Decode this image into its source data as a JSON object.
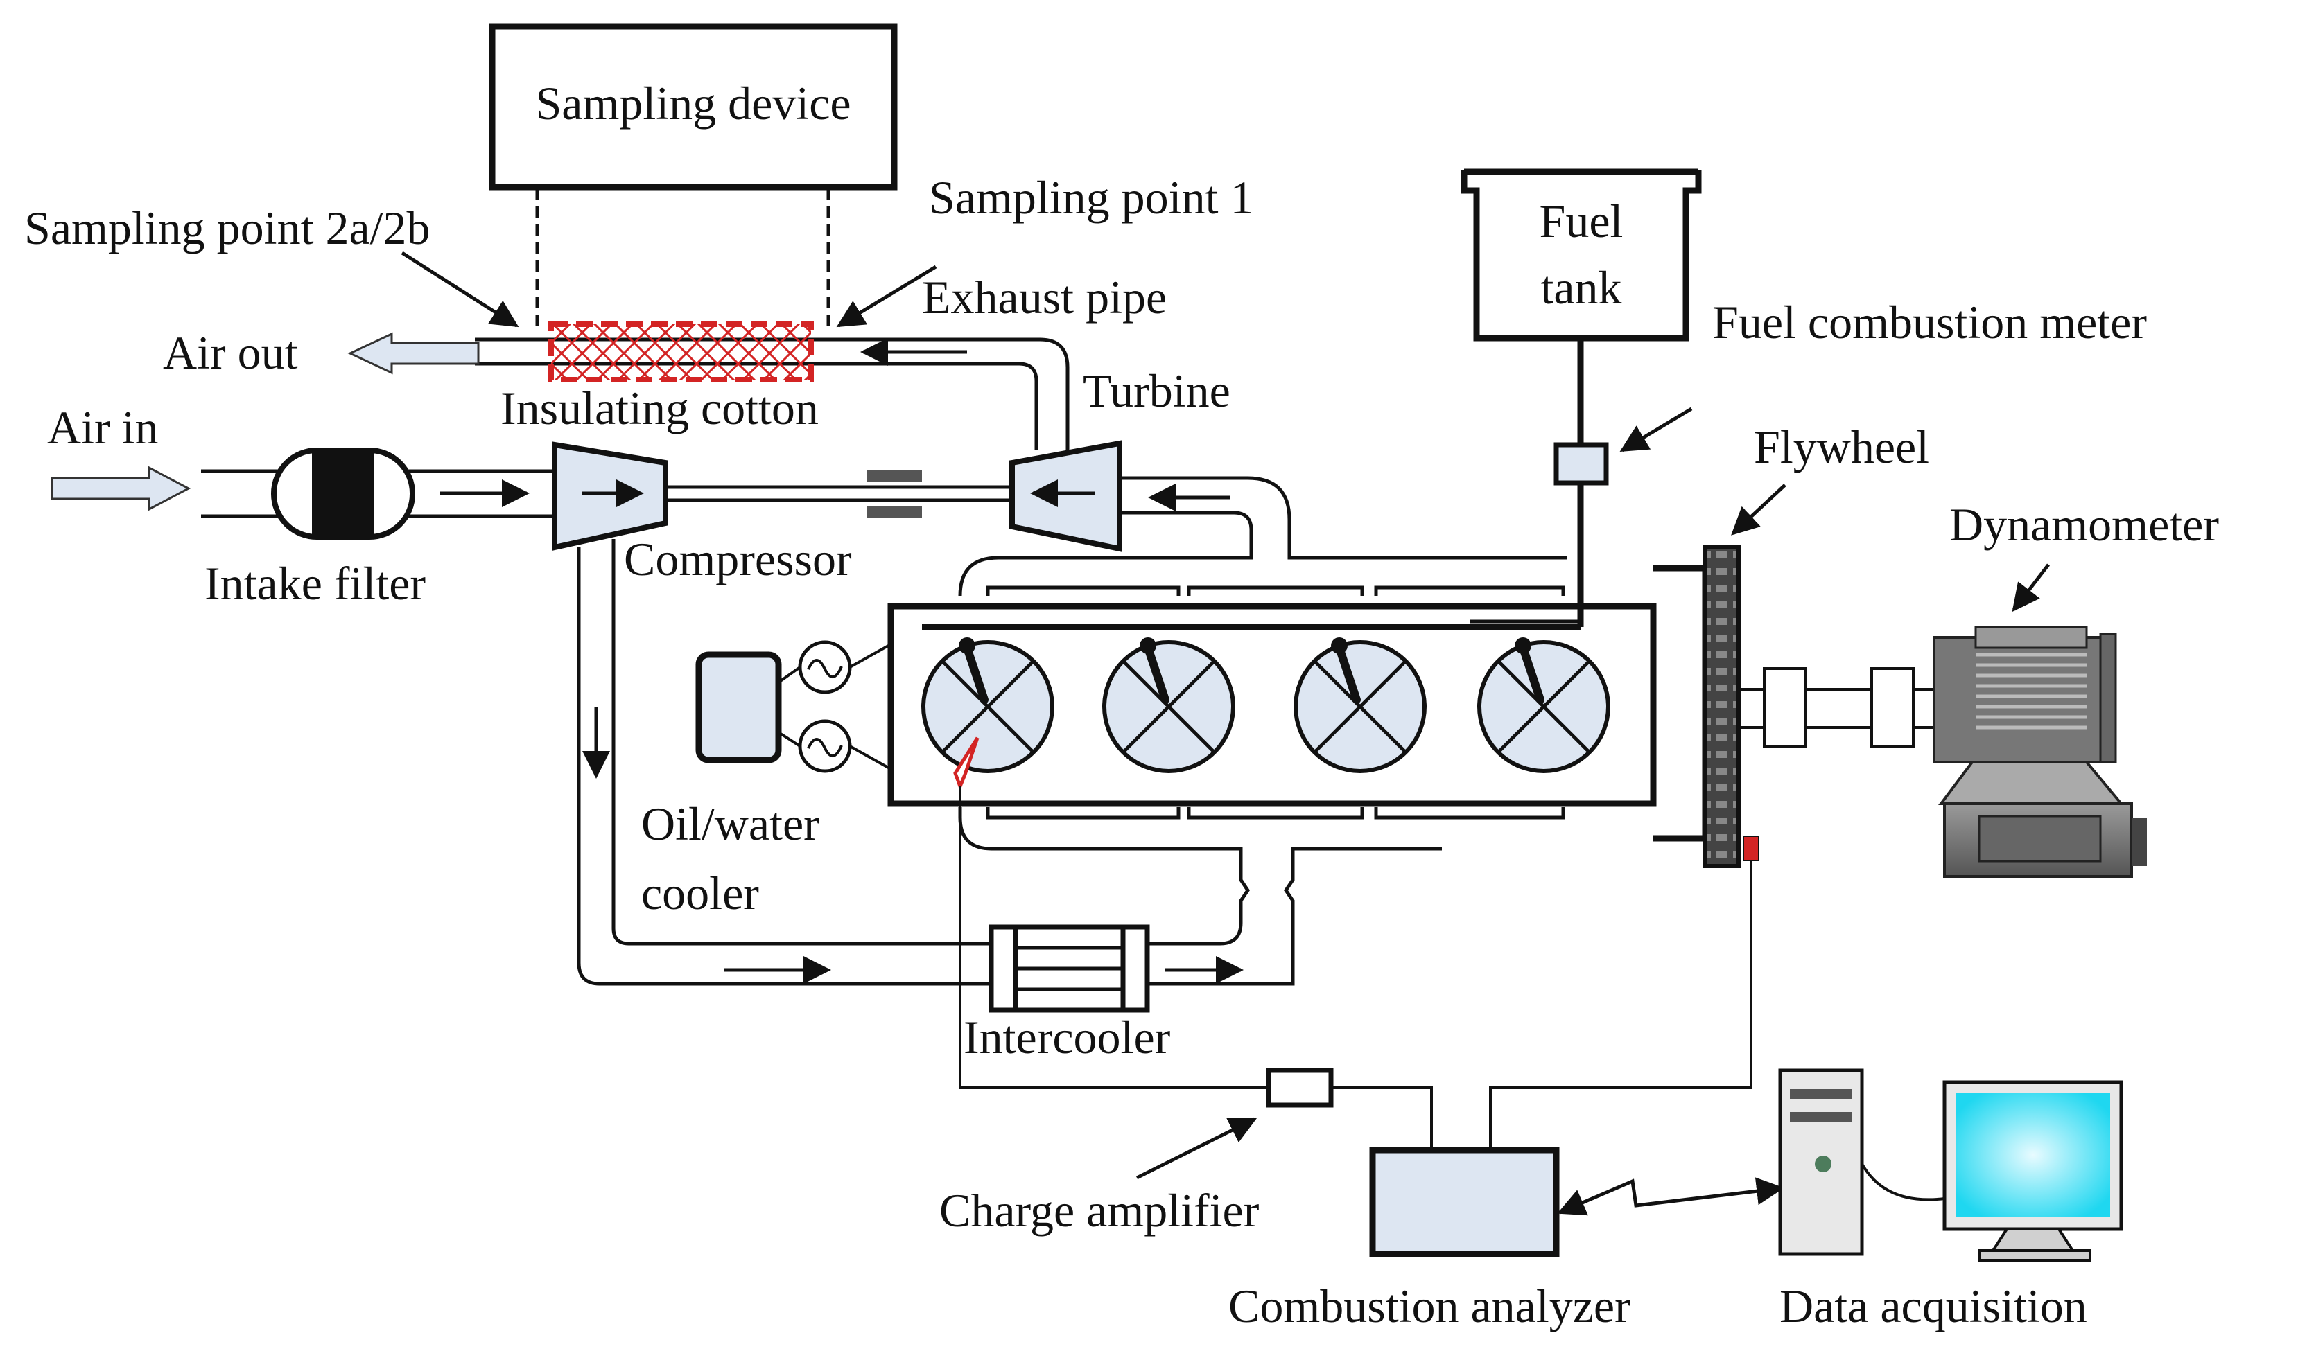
{
  "labels": {
    "sampling_device": "Sampling device",
    "sampling_point_2": "Sampling point 2a/2b",
    "sampling_point_1": "Sampling point 1",
    "exhaust_pipe": "Exhaust pipe",
    "air_out": "Air out",
    "insulating_cotton": "Insulating cotton",
    "air_in": "Air in",
    "turbine": "Turbine",
    "compressor": "Compressor",
    "intake_filter": "Intake filter",
    "fuel_tank_line1": "Fuel",
    "fuel_tank_line2": "tank",
    "fuel_meter": "Fuel combustion meter",
    "flywheel": "Flywheel",
    "dynamometer": "Dynamometer",
    "oil_water_line1": "Oil/water",
    "oil_water_line2": "cooler",
    "intercooler": "Intercooler",
    "charge_amplifier": "Charge amplifier",
    "combustion_analyzer": "Combustion analyzer",
    "data_acquisition": "Data acquisition"
  },
  "colors": {
    "line": "#111111",
    "component_fill": "#dde6f2",
    "insulation": "#d32424",
    "monitor_screen": "#37e0f4",
    "dynamometer_body": "#6e6e6e"
  }
}
